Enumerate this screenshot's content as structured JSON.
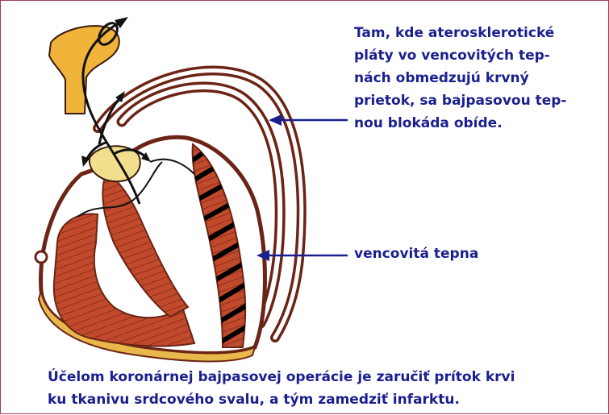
{
  "labels": {
    "bypass_note": "Tam, kde aterosklerotické\npláty vo vencovitých tep-\nnách obmedzujú krvný\nprietok, sa bajpasovou tep-\nnou blokáda obíde.",
    "coronary_artery": "vencovitá tepna"
  },
  "caption": "Účelom koronárnej bajpasovej operácie je zaručiť prítok krvi\nku tkanivu srdcového svalu, a tým zamedziť infarktu.",
  "colors": {
    "frame": "#a23a52",
    "text": "#1a1f8f",
    "muscle": "#c14a2c",
    "muscle_dark": "#8e2f1c",
    "outline": "#6b2415",
    "aorta": "#f0b43a",
    "valve": "#f2df8e",
    "arrow": "#111111"
  },
  "icons": [
    "heart-illustration",
    "arrow-pointer"
  ]
}
